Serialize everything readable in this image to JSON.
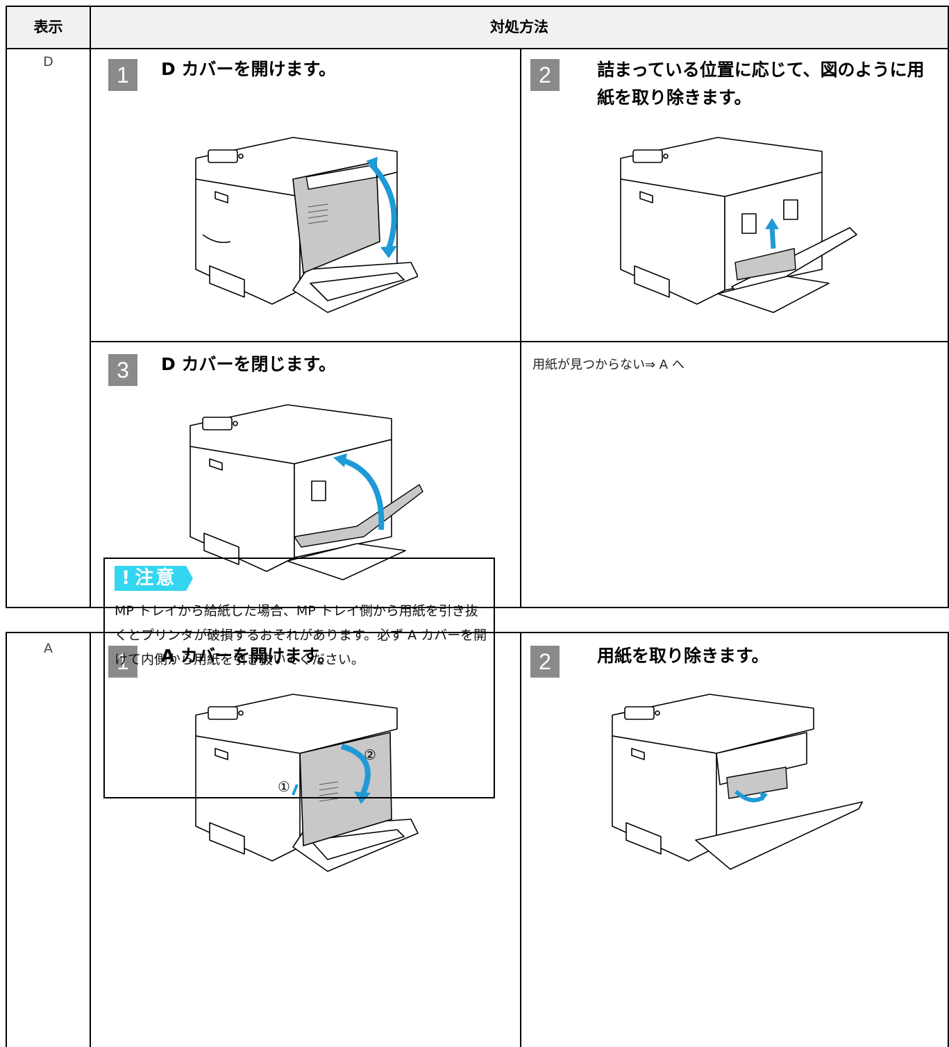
{
  "header": {
    "col_display": "表示",
    "col_action": "対処方法"
  },
  "section_d": {
    "code": "D",
    "steps": [
      {
        "num": "1",
        "title": "D カバーを開けます。"
      },
      {
        "num": "2",
        "title": "詰まっている位置に応じて、図のように用紙を取り除きます。"
      },
      {
        "num": "3",
        "title": "D カバーを閉じます。"
      }
    ],
    "not_found": "用紙が見つからない⇒ A へ"
  },
  "section_a": {
    "code": "A",
    "steps": [
      {
        "num": "1",
        "title": "A カバーを開けます。"
      },
      {
        "num": "2",
        "title": "用紙を取り除きます。"
      }
    ],
    "caution": {
      "label": "注意",
      "bang": "!",
      "text": "MP トレイから給紙した場合、MP トレイ側から用紙を引き抜くとプリンタが破損するおそれがあります。必ず A カバーを開けて内側から用紙を引き抜いてください。"
    },
    "callouts": {
      "one": "①",
      "two": "②"
    }
  },
  "colors": {
    "step_badge": "#8a8a8a",
    "arrow": "#1e9ad6",
    "caution": "#33d6ee",
    "paper": "#c8c8c8"
  }
}
